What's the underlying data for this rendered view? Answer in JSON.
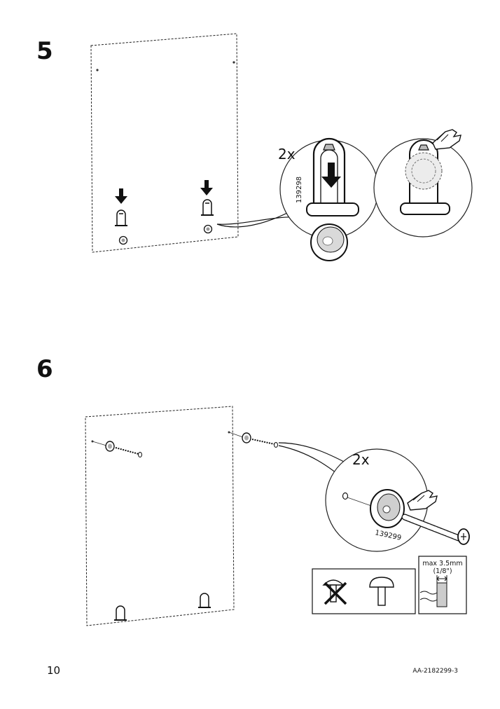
{
  "steps": [
    {
      "number": "5",
      "quantity": "2x",
      "part_number": "139298"
    },
    {
      "number": "6",
      "quantity": "2x",
      "part_number": "139299",
      "max_label": "max 3.5mm",
      "max_label_imperial": "(1/8\")"
    }
  ],
  "footer": {
    "page_number": "10",
    "doc_code": "AA-2182299-3"
  }
}
